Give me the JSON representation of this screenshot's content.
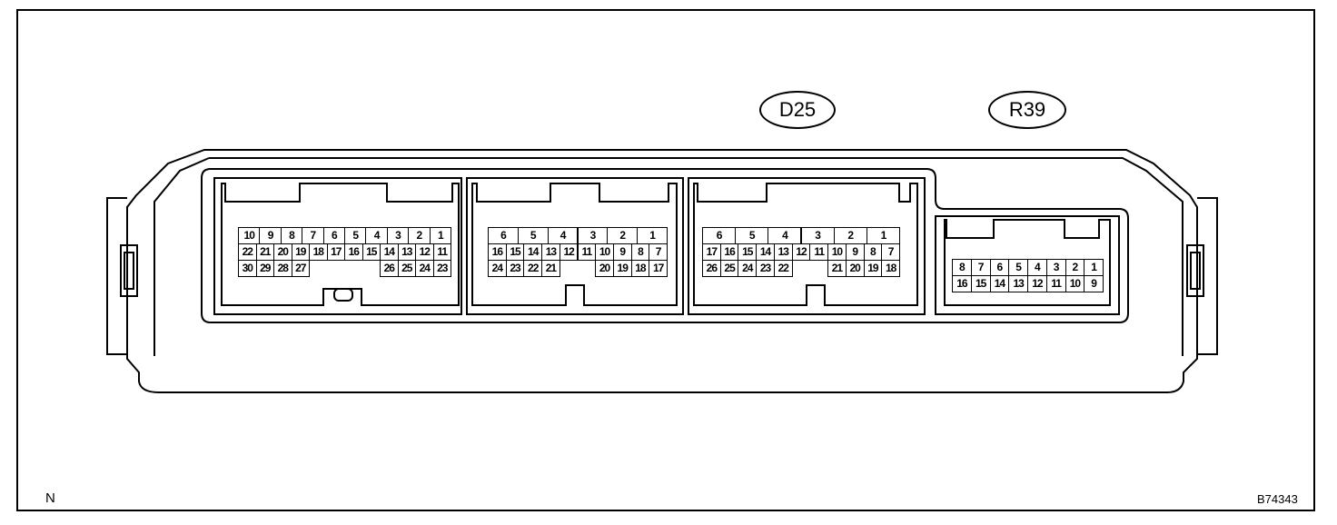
{
  "labels": {
    "corner_left": "N",
    "corner_right": "B74343",
    "connector_d25": "D25",
    "connector_r39": "R39"
  },
  "connectors": [
    {
      "id": "conn-a",
      "rows": [
        [
          "10",
          "9",
          "8",
          "7",
          "6",
          "5",
          "4",
          "3",
          "2",
          "1"
        ],
        [
          "22",
          "21",
          "20",
          "19",
          "18",
          "17",
          "16",
          "15",
          "14",
          "13",
          "12",
          "11"
        ],
        [
          "30",
          "29",
          "28",
          "27",
          "",
          "",
          "",
          "",
          "26",
          "25",
          "24",
          "23"
        ]
      ]
    },
    {
      "id": "conn-b",
      "rows": [
        [
          "6",
          "5",
          "4",
          "3",
          "2",
          "1"
        ],
        [
          "16",
          "15",
          "14",
          "13",
          "12",
          "11",
          "10",
          "9",
          "8",
          "7"
        ],
        [
          "24",
          "23",
          "22",
          "21",
          "",
          "",
          "20",
          "19",
          "18",
          "17"
        ]
      ]
    },
    {
      "id": "conn-c",
      "rows": [
        [
          "6",
          "5",
          "4",
          "3",
          "2",
          "1"
        ],
        [
          "17",
          "16",
          "15",
          "14",
          "13",
          "12",
          "11",
          "10",
          "9",
          "8",
          "7"
        ],
        [
          "26",
          "25",
          "24",
          "23",
          "22",
          "",
          "",
          "21",
          "20",
          "19",
          "18"
        ]
      ]
    },
    {
      "id": "conn-d",
      "rows": [
        [
          "8",
          "7",
          "6",
          "5",
          "4",
          "3",
          "2",
          "1"
        ],
        [
          "16",
          "15",
          "14",
          "13",
          "12",
          "11",
          "10",
          "9"
        ]
      ]
    }
  ]
}
